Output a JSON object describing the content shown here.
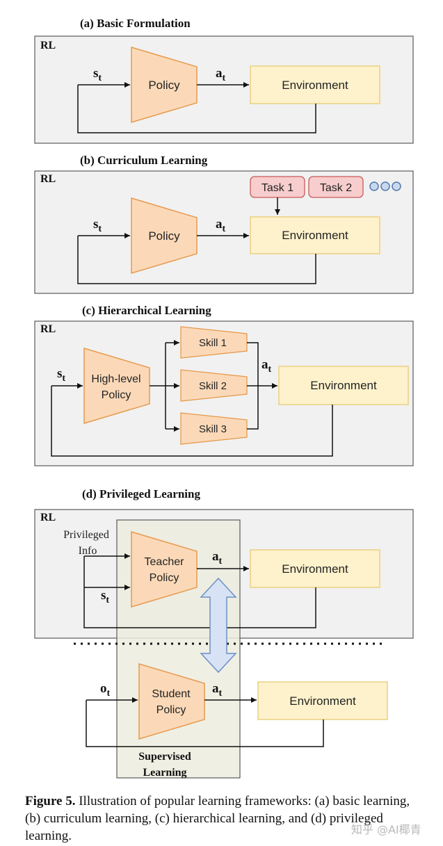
{
  "panels": {
    "a": {
      "title": "(a) Basic Formulation",
      "tag": "RL",
      "policy": "Policy",
      "env": "Environment",
      "state": "s",
      "state_sub": "t",
      "action": "a",
      "action_sub": "t"
    },
    "b": {
      "title": "(b) Curriculum Learning",
      "tag": "RL",
      "policy": "Policy",
      "env": "Environment",
      "state": "s",
      "state_sub": "t",
      "action": "a",
      "action_sub": "t",
      "task1": "Task 1",
      "task2": "Task 2"
    },
    "c": {
      "title": "(c) Hierarchical Learning",
      "tag": "RL",
      "policy_line1": "High-level",
      "policy_line2": "Policy",
      "skill1": "Skill 1",
      "skill2": "Skill 2",
      "skill3": "Skill 3",
      "env": "Environment",
      "state": "s",
      "state_sub": "t",
      "action": "a",
      "action_sub": "t"
    },
    "d": {
      "title": "(d) Privileged Learning",
      "tag": "RL",
      "priv_line1": "Privileged",
      "priv_line2": "Info",
      "teacher_line1": "Teacher",
      "teacher_line2": "Policy",
      "student_line1": "Student",
      "student_line2": "Policy",
      "env": "Environment",
      "state": "s",
      "state_sub": "t",
      "obs": "o",
      "obs_sub": "t",
      "action": "a",
      "action_sub": "t",
      "sup_line1": "Supervised",
      "sup_line2": "Learning"
    }
  },
  "caption": {
    "label": "Figure 5.",
    "text": " Illustration of popular learning frameworks: (a) basic learning, (b) curriculum learning, (c) hierarchical learning, and (d) privileged learning."
  },
  "watermark": "知乎 @AI椰青",
  "colors": {
    "panel_bg": "#f1f1f1",
    "panel_border": "#5a5a5a",
    "policy_fill": "#fbd9b8",
    "policy_stroke": "#e69a4d",
    "env_fill": "#fef2cc",
    "env_stroke": "#ead081",
    "task_fill": "#f8cdcd",
    "task_stroke": "#c85a5a",
    "dot_fill": "#c7d8ef",
    "dot_stroke": "#5378a8",
    "arrow_fill": "#d7e3f5",
    "arrow_stroke": "#6d8fc4",
    "sup_fill": "#ececdf"
  }
}
